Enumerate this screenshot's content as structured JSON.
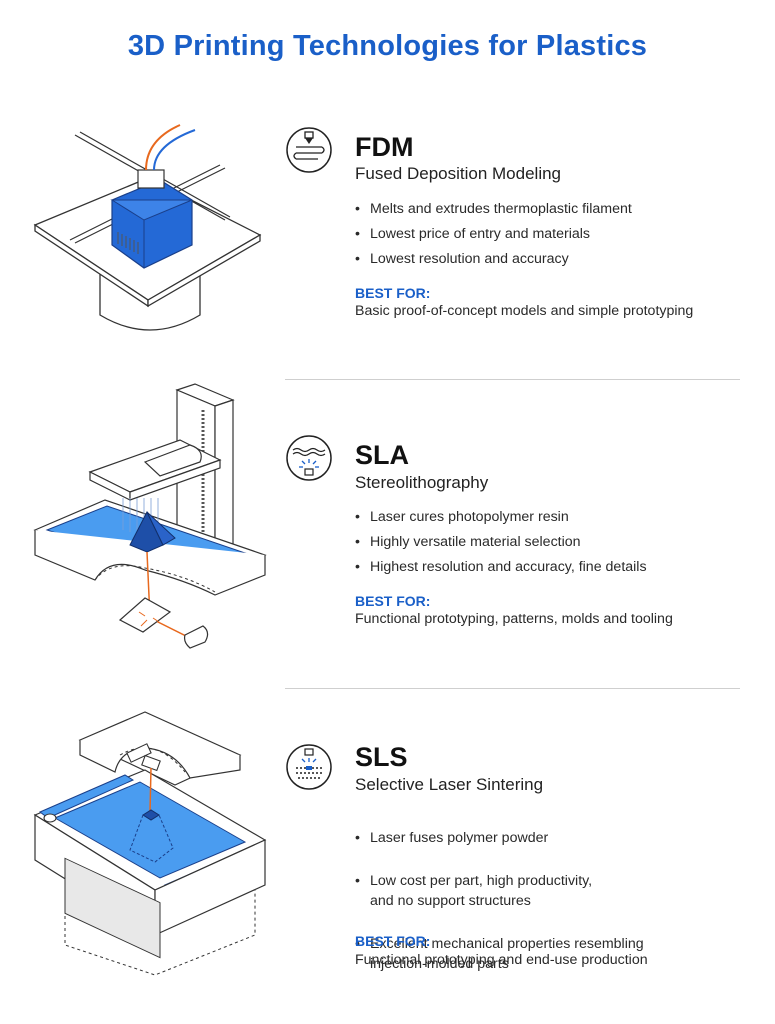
{
  "title": "3D Printing Technologies for Plastics",
  "technologies": [
    {
      "abbr": "FDM",
      "name": "Fused Deposition Modeling",
      "icon": "nozzle-icon",
      "bullets": [
        "Melts and extrudes thermoplastic filament",
        "Lowest price of entry and materials",
        "Lowest resolution and accuracy"
      ],
      "best_for_label": "BEST FOR:",
      "best_for": "Basic proof-of-concept models and simple prototyping"
    },
    {
      "abbr": "SLA",
      "name": "Stereolithography",
      "icon": "resin-laser-icon",
      "bullets": [
        "Laser cures photopolymer resin",
        "Highly versatile material selection",
        "Highest resolution and accuracy, fine details"
      ],
      "best_for_label": "BEST FOR:",
      "best_for": "Functional prototyping, patterns, molds and tooling"
    },
    {
      "abbr": "SLS",
      "name": "Selective Laser Sintering",
      "icon": "powder-laser-icon",
      "bullets": [
        "Laser fuses polymer powder",
        "Low cost per part, high productivity,\nand no support structures",
        "Excellent mechanical properties resembling\ninjection-molded parts"
      ],
      "best_for_label": "BEST FOR:",
      "best_for": "Functional prototyping and end-use production"
    }
  ],
  "colors": {
    "accent": "#1a5fc8",
    "part_blue": "#2469d6",
    "resin_blue": "#4a9cf0",
    "filament_orange": "#e8691e",
    "text": "#222222"
  }
}
